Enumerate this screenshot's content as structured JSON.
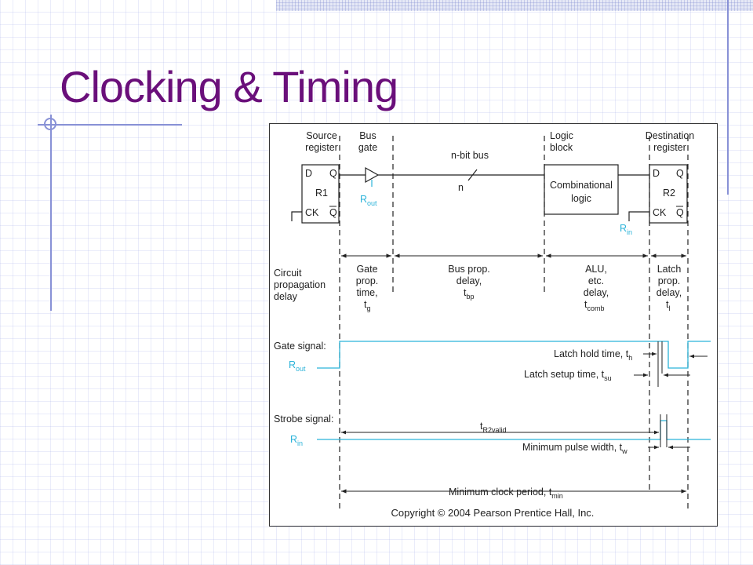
{
  "title": "Clocking & Timing",
  "diagram": {
    "source": [
      "Source",
      "register"
    ],
    "bus_gate": [
      "Bus",
      "gate"
    ],
    "nbit_bus": "n-bit bus",
    "n": "n",
    "logic_block": [
      "Logic",
      "block"
    ],
    "dest": [
      "Destination",
      "register"
    ],
    "r1": "R1",
    "r2": "R2",
    "d": "D",
    "q": "Q",
    "ck": "CK",
    "rout": "R",
    "out_sub": "out",
    "rin": "R",
    "in_sub": "in",
    "comb": [
      "Combinational",
      "logic"
    ],
    "circuit": [
      "Circuit",
      "propagation",
      "delay"
    ],
    "gate_prop": [
      "Gate",
      "prop.",
      "time,"
    ],
    "t": "t",
    "g_sub": "g",
    "bus_prop": [
      "Bus prop.",
      "delay,"
    ],
    "bp_sub": "bp",
    "alu": [
      "ALU,",
      "etc.",
      "delay,"
    ],
    "comb_sub": "comb",
    "latch": [
      "Latch",
      "prop.",
      "delay,"
    ],
    "l_sub": "l",
    "gate_signal": "Gate signal:",
    "strobe_signal": "Strobe signal:",
    "hold": "Latch hold time, t",
    "h_sub": "h",
    "setup": "Latch setup time, t",
    "su_sub": "su",
    "r2valid_sub": "R2valid",
    "pulse": "Minimum pulse width, t",
    "w_sub": "w",
    "clock": "Minimum clock period, t",
    "min_sub": "min",
    "copyright": "Copyright © 2004 Pearson Prentice Hall, Inc.",
    "colors": {
      "signal": "#2bb3d9",
      "ink": "#222222",
      "title": "#6a0f7a",
      "accent": "#8891d6"
    }
  }
}
